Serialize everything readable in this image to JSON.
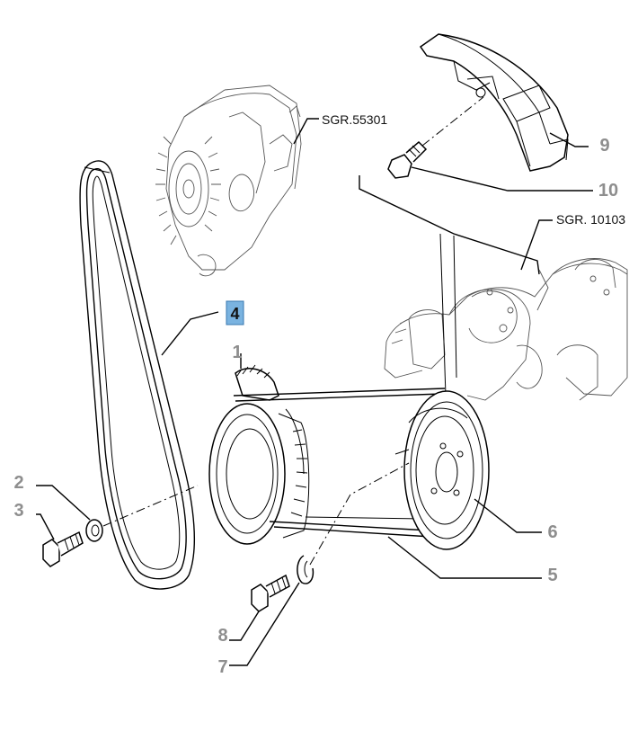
{
  "callouts": {
    "c1": "1",
    "c2": "2",
    "c3": "3",
    "c4": "4",
    "c5": "5",
    "c6": "6",
    "c7": "7",
    "c8": "8",
    "c9": "9",
    "c10": "10"
  },
  "references": {
    "alternator": "SGR.55301",
    "crankshaft": "SGR. 10103"
  },
  "colors": {
    "selected_callout_bg": "#7ab3e0",
    "callout_text": "#9a9a9a",
    "line": "#000000"
  }
}
